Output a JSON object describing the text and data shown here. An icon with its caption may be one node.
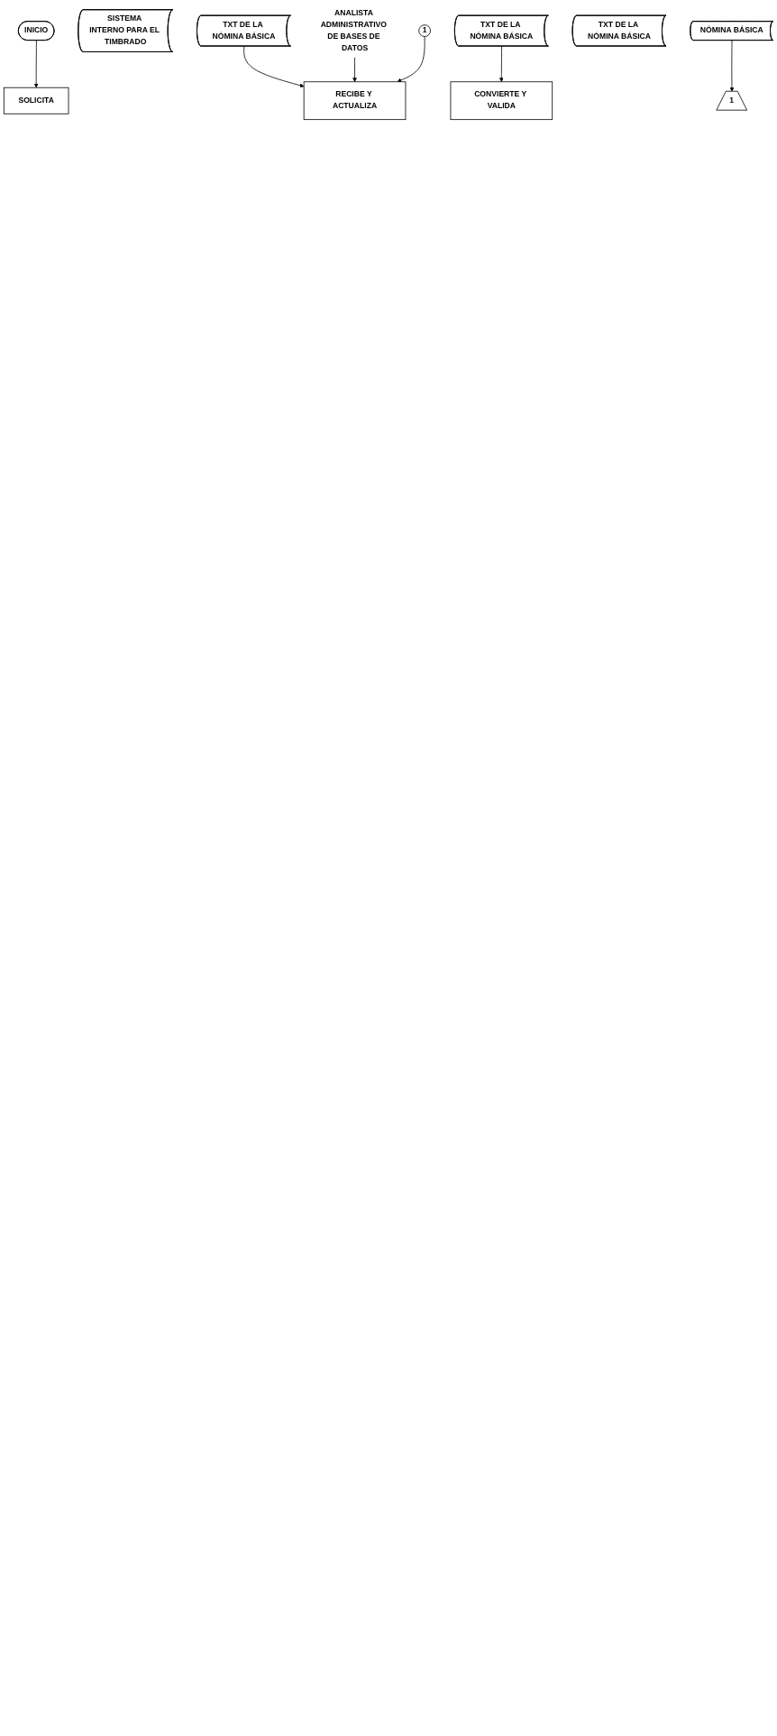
{
  "diagram": {
    "nodes": [
      {
        "text": [
          "INICIO"
        ]
      },
      {
        "text": [
          "SOLICITA"
        ]
      },
      {
        "text": [
          "SISTEMA INTERNO PARA EL TIMBRADO"
        ]
      },
      {
        "text": [
          "TXT DE LA NÓMINA BÁSICA"
        ]
      },
      {
        "text": [
          "ANALISTA ADMINISTRATIVO DE BASES DE DATOS"
        ]
      },
      {
        "text": [
          "RECIBE Y ACTUALIZA"
        ]
      },
      {
        "text": [
          "1"
        ]
      },
      {
        "text": [
          "TXT DE LA NÓMINA BÁSICA"
        ]
      },
      {
        "text": [
          "CONVIERTE Y VALIDA"
        ]
      },
      {
        "text": [
          "TXT DE LA NÓMINA BÁSICA"
        ]
      },
      {
        "text": [
          "NÓMINA BÁSICA"
        ]
      },
      {
        "text": [
          "1"
        ]
      }
    ],
    "edges": [
      {
        "from": 0,
        "to": 1,
        "arrow": "to"
      },
      {
        "from": 3,
        "to": 5,
        "arrow": "to"
      },
      {
        "from": 4,
        "to": 5,
        "arrow": "to"
      },
      {
        "from": 6,
        "to": 5,
        "arrow": "to"
      },
      {
        "from": 7,
        "to": 8,
        "arrow": "to"
      },
      {
        "from": 10,
        "to": 11,
        "arrow": "to"
      }
    ]
  }
}
